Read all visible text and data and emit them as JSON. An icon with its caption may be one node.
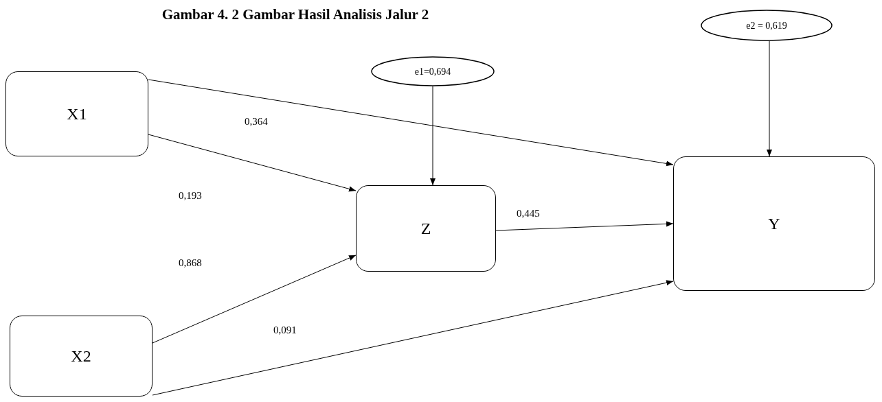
{
  "diagram": {
    "title": "Gambar 4. 2 Gambar Hasil Analisis Jalur 2",
    "nodes": [
      {
        "text": [
          "X1"
        ]
      },
      {
        "text": [
          "e1=0,694"
        ]
      },
      {
        "text": [
          "Z"
        ]
      },
      {
        "text": [
          "e2 = 0,619"
        ]
      },
      {
        "text": [
          "Y"
        ]
      },
      {
        "text": [
          "X2"
        ]
      }
    ],
    "edges": [
      {
        "from": 0,
        "to": 4,
        "arrow": "to"
      },
      {
        "from": 0,
        "to": 2,
        "arrow": "to"
      },
      {
        "from": 1,
        "to": 2,
        "arrow": "to"
      },
      {
        "from": 3,
        "to": 4,
        "arrow": "to"
      },
      {
        "from": 2,
        "to": 4,
        "arrow": "to"
      },
      {
        "from": 5,
        "to": 2,
        "arrow": "to"
      },
      {
        "from": 5,
        "to": 4,
        "arrow": "to"
      }
    ],
    "labels": [
      "0,364",
      "0,193",
      "0,445",
      "0,868",
      "0,091"
    ]
  }
}
